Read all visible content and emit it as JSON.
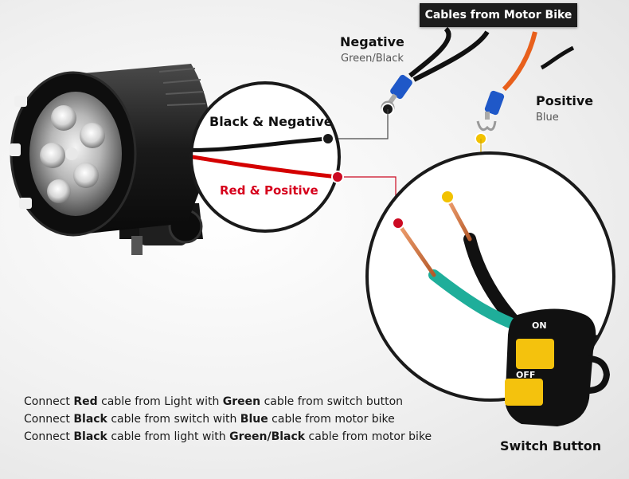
{
  "banner": {
    "cables_from_bike": "Cables from Motor Bike"
  },
  "negative": {
    "title": "Negative",
    "subtitle": "Green/Black"
  },
  "positive": {
    "title": "Positive",
    "subtitle": "Blue"
  },
  "light": {
    "black_label": "Black & Negative",
    "red_label": "Red & Positive"
  },
  "switch": {
    "on_label": "ON",
    "off_label": "OFF",
    "caption": "Switch Button"
  },
  "instructions": [
    {
      "p1": "Connect ",
      "b1": "Red",
      "p2": " cable from Light with ",
      "b2": "Green",
      "p3": " cable from switch button"
    },
    {
      "p1": "Connect ",
      "b1": "Black",
      "p2": " cable from switch with ",
      "b2": "Blue",
      "p3": " cable from motor bike"
    },
    {
      "p1": "Connect ",
      "b1": "Black",
      "p2": " cable from light with ",
      "b2": "Green/Black",
      "p3": " cable from motor bike"
    }
  ],
  "colors": {
    "red_wire": "#d40000",
    "black_wire": "#111111",
    "orange_wire": "#e8601c",
    "green_wire": "#1fae9a",
    "connector_blue": "#1f58c8",
    "dot_red": "#cc0a22",
    "dot_yellow": "#f2c200",
    "dot_black": "#1a1a1a",
    "switch_yellow": "#f4c20d",
    "label_red": "#d6001c"
  }
}
